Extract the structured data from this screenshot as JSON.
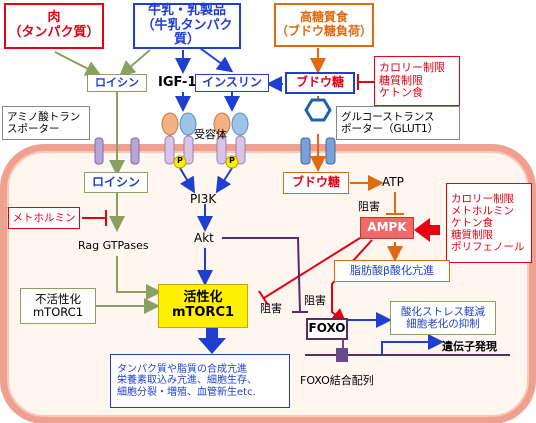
{
  "sources": {
    "meat": {
      "line1": "肉",
      "line2": "（タンパク質）"
    },
    "milk": {
      "line1": "牛乳・乳製品",
      "line2": "（牛乳タンパク質）"
    },
    "sugar": {
      "line1": "高糖質食",
      "line2": "（ブドウ糖負荷）"
    }
  },
  "top": {
    "leucine_ext": "ロイシン",
    "igf1": "IGF-1",
    "insulin": "インスリン",
    "glucose_ext": "ブドウ糖"
  },
  "restriction1": {
    "line1": "カロリー制限",
    "line2": "糖質制限",
    "line3": "ケトン食"
  },
  "transporters": {
    "amino_acid": {
      "line1": "アミノ酸トラン",
      "line2": "スポーター"
    },
    "glucose": {
      "line1": "グルコーストランス",
      "line2": "ポーター（GLUT1）"
    }
  },
  "cell": {
    "receptor": "受容体",
    "p_label": "P",
    "leucine_int": "ロイシン",
    "glucose_int": "ブドウ糖",
    "atp": "ATP",
    "inhibit1": "阻害",
    "metformin": "メトホルミン",
    "pi3k": "PI3K",
    "akt": "Akt",
    "rag": "Rag GTPases",
    "ampk": "AMPK",
    "fatty": "脂肪酸β酸化亢進",
    "inactive_line1": "不活性化",
    "inactive_line2": "mTORC1",
    "active_line1": "活性化",
    "active_line2": "mTORC1",
    "inhibit2": "阻害",
    "inhibit3": "阻害",
    "oxidative_line1": "酸化ストレス軽減",
    "oxidative_line2": "細胞老化の抑制",
    "foxo": "FOXO",
    "gene_expression": "遺伝子発現",
    "foxo_binding": "FOXO結合配列",
    "output_line1": "タンパク質や脂質の合成亢進",
    "output_line2": "栄養素取込み亢進、細胞生存、",
    "output_line3": "細胞分裂・増殖、血管新生etc."
  },
  "restriction2": {
    "items": [
      "カロリー制限",
      "メトホルミン",
      "ケトン食",
      "糖質制限",
      "ポリフェノール"
    ]
  },
  "colors": {
    "red": "#e60012",
    "blue": "#1f3fd0",
    "orange": "#e06a10",
    "green_arrow": "#8aa060",
    "cell_border": "#f0a090",
    "cell_fill": "#fff6ef",
    "mtorc1_fill": "#fff000",
    "ampk_fill": "#f06a6a",
    "purple": "#5a2a6a"
  }
}
